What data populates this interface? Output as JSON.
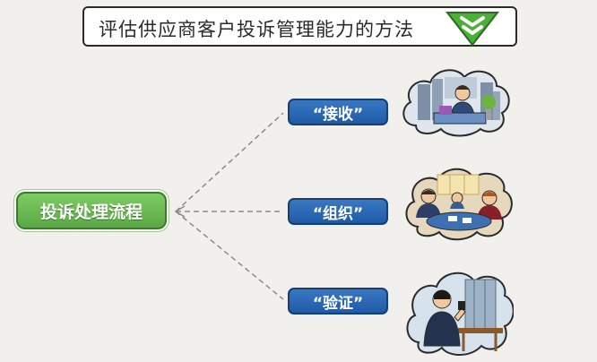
{
  "title": "评估供应商客户投诉管理能力的方法",
  "root_node": {
    "label": "投诉处理流程"
  },
  "steps": [
    {
      "label": "“接收”"
    },
    {
      "label": "“组织”"
    },
    {
      "label": "“验证”"
    }
  ],
  "colors": {
    "background": "#f2f0ec",
    "root_green": "#5aa845",
    "step_blue": "#1f5aa6",
    "badge_green": "#4caf3a",
    "connector": "#8a8a8a"
  },
  "icons": {
    "title_badge": "double-chevron-down-icon",
    "cloud_1": "office-receptionist-illustration",
    "cloud_2": "meeting-illustration",
    "cloud_3": "inspector-illustration"
  }
}
